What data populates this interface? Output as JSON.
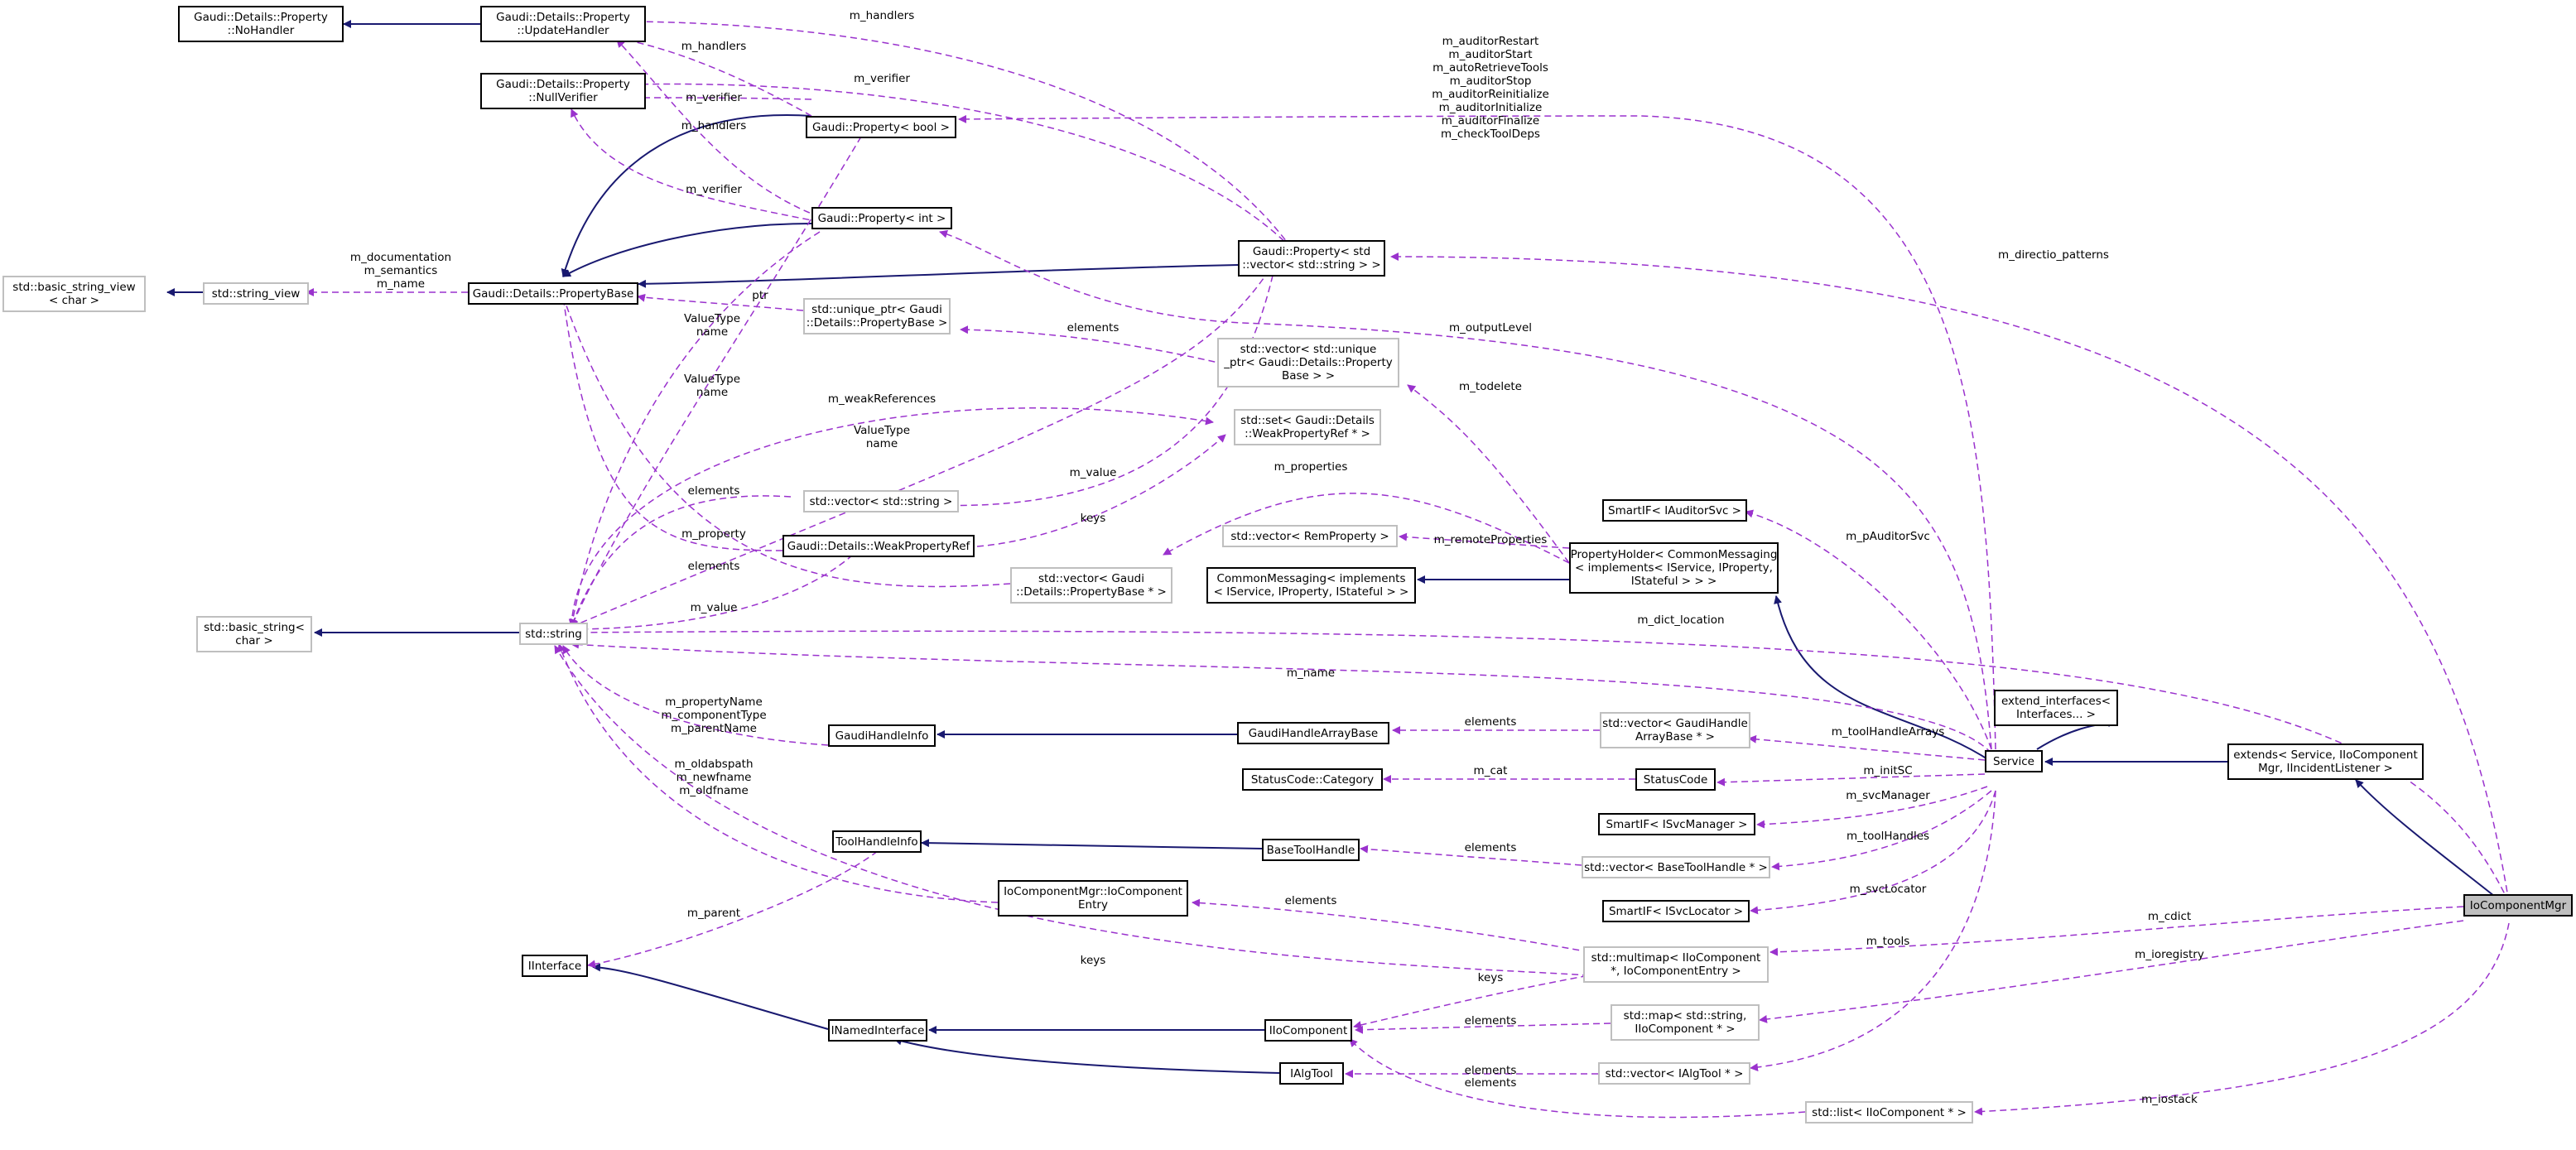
{
  "nodes": {
    "noHandler": "Gaudi::Details::Property\n::NoHandler",
    "updateHandler": "Gaudi::Details::Property\n::UpdateHandler",
    "nullVerifier": "Gaudi::Details::Property\n::NullVerifier",
    "propBool": "Gaudi::Property< bool >",
    "propInt": "Gaudi::Property< int >",
    "propVecStr": "Gaudi::Property< std\n::vector< std::string > >",
    "basicStringView": "std::basic_string_view\n< char >",
    "stringView": "std::string_view",
    "propertyBase": "Gaudi::Details::PropertyBase",
    "uniquePtr": "std::unique_ptr< Gaudi\n::Details::PropertyBase >",
    "vecUniquePtr": "std::vector< std::unique\n_ptr< Gaudi::Details::Property\nBase > >",
    "setWeakRef": "std::set< Gaudi::Details\n::WeakPropertyRef * >",
    "vecString": "std::vector< std::string >",
    "weakRef": "Gaudi::Details::WeakPropertyRef",
    "vecPropBase": "std::vector< Gaudi\n::Details::PropertyBase * >",
    "basicString": "std::basic_string<\nchar >",
    "stdString": "std::string",
    "smartAuditor": "SmartIF< IAuditorSvc >",
    "vecRemProp": "std::vector< RemProperty >",
    "propertyHolder": "PropertyHolder< CommonMessaging\n< implements< IService, IProperty,\nIStateful > > >",
    "commonMessaging": "CommonMessaging< implements\n< IService, IProperty, IStateful > >",
    "extendInterfaces": "extend_interfaces<\nInterfaces... >",
    "gaudiHandleInfo": "GaudiHandleInfo",
    "gaudiHandleArrayBase": "GaudiHandleArrayBase",
    "vecGaudiHandleArr": "std::vector< GaudiHandle\nArrayBase * >",
    "service": "Service",
    "extendsService": "extends< Service, IIoComponent\nMgr, IIncidentListener >",
    "statusCodeCategory": "StatusCode::Category",
    "statusCode": "StatusCode",
    "smartSvcMgr": "SmartIF< ISvcManager >",
    "toolHandleInfo": "ToolHandleInfo",
    "baseToolHandle": "BaseToolHandle",
    "vecBaseToolHandle": "std::vector< BaseToolHandle * >",
    "ioEntry": "IoComponentMgr::IoComponent\nEntry",
    "smartSvcLocator": "SmartIF< ISvcLocator >",
    "ioComponentMgr": "IoComponentMgr",
    "iInterface": "IInterface",
    "multimap": "std::multimap< IIoComponent\n*, IoComponentEntry >",
    "iNamedInterface": "INamedInterface",
    "iIoComponent": "IIoComponent",
    "mapStr": "std::map< std::string,\nIIoComponent * >",
    "iAlgTool": "IAlgTool",
    "vecAlgTool": "std::vector< IAlgTool * >",
    "listIoComp": "std::list< IIoComponent * >"
  },
  "edge_labels": {
    "m_handlers_top": "m_handlers",
    "m_handlers_a": "m_handlers",
    "m_verifier_a": "m_verifier",
    "m_verifier_b": "m_verifier",
    "m_handlers_b": "m_handlers",
    "m_verifier_c": "m_verifier",
    "auditor_list": "m_auditorRestart\nm_auditorStart\nm_autoRetrieveTools\nm_auditorStop\nm_auditorReinitialize\nm_auditorInitialize\nm_auditorFinalize\nm_checkToolDeps",
    "m_doc": "m_documentation\nm_semantics\nm_name",
    "m_directio": "m_directio_patterns",
    "ptr": "ptr",
    "elements_uniq": "elements",
    "m_outputLevel": "m_outputLevel",
    "vt_name_1": "ValueType\nname",
    "vt_name_2": "ValueType\nname",
    "m_weakReferences": "m_weakReferences",
    "vt_name_3": "ValueType\nname",
    "m_todelete": "m_todelete",
    "m_value_1": "m_value",
    "m_properties": "m_properties",
    "elements_vs": "elements",
    "m_property": "m_property",
    "keys_1": "keys",
    "m_pAuditorSvc": "m_pAuditorSvc",
    "m_remoteProperties": "m_remoteProperties",
    "elements_pb": "elements",
    "m_value_2": "m_value",
    "m_dict_location": "m_dict_location",
    "m_name": "m_name",
    "m_prop_names": "m_propertyName\nm_componentType\nm_parentName",
    "elements_gha": "elements",
    "m_toolHandleArrays": "m_toolHandleArrays",
    "m_cat": "m_cat",
    "m_initSC": "m_initSC",
    "m_old_new": "m_oldabspath\nm_newfname\nm_oldfname",
    "m_svcManager": "m_svcManager",
    "elements_bth": "elements",
    "m_toolHandles": "m_toolHandles",
    "elements_ioe": "elements",
    "m_svcLocator": "m_svcLocator",
    "m_cdict": "m_cdict",
    "m_parent": "m_parent",
    "m_tools": "m_tools",
    "keys_2": "keys",
    "m_ioregistry": "m_ioregistry",
    "keys_3": "keys",
    "elements_map": "elements",
    "elements_alg": "elements",
    "elements_list": "elements",
    "m_iostack": "m_iostack"
  },
  "colors": {
    "inheritance": "#191970",
    "usage": "#9a32cd",
    "border": "#000000",
    "border_undocumented": "#bfbfbf",
    "focus_fill": "#bfbfbf"
  }
}
